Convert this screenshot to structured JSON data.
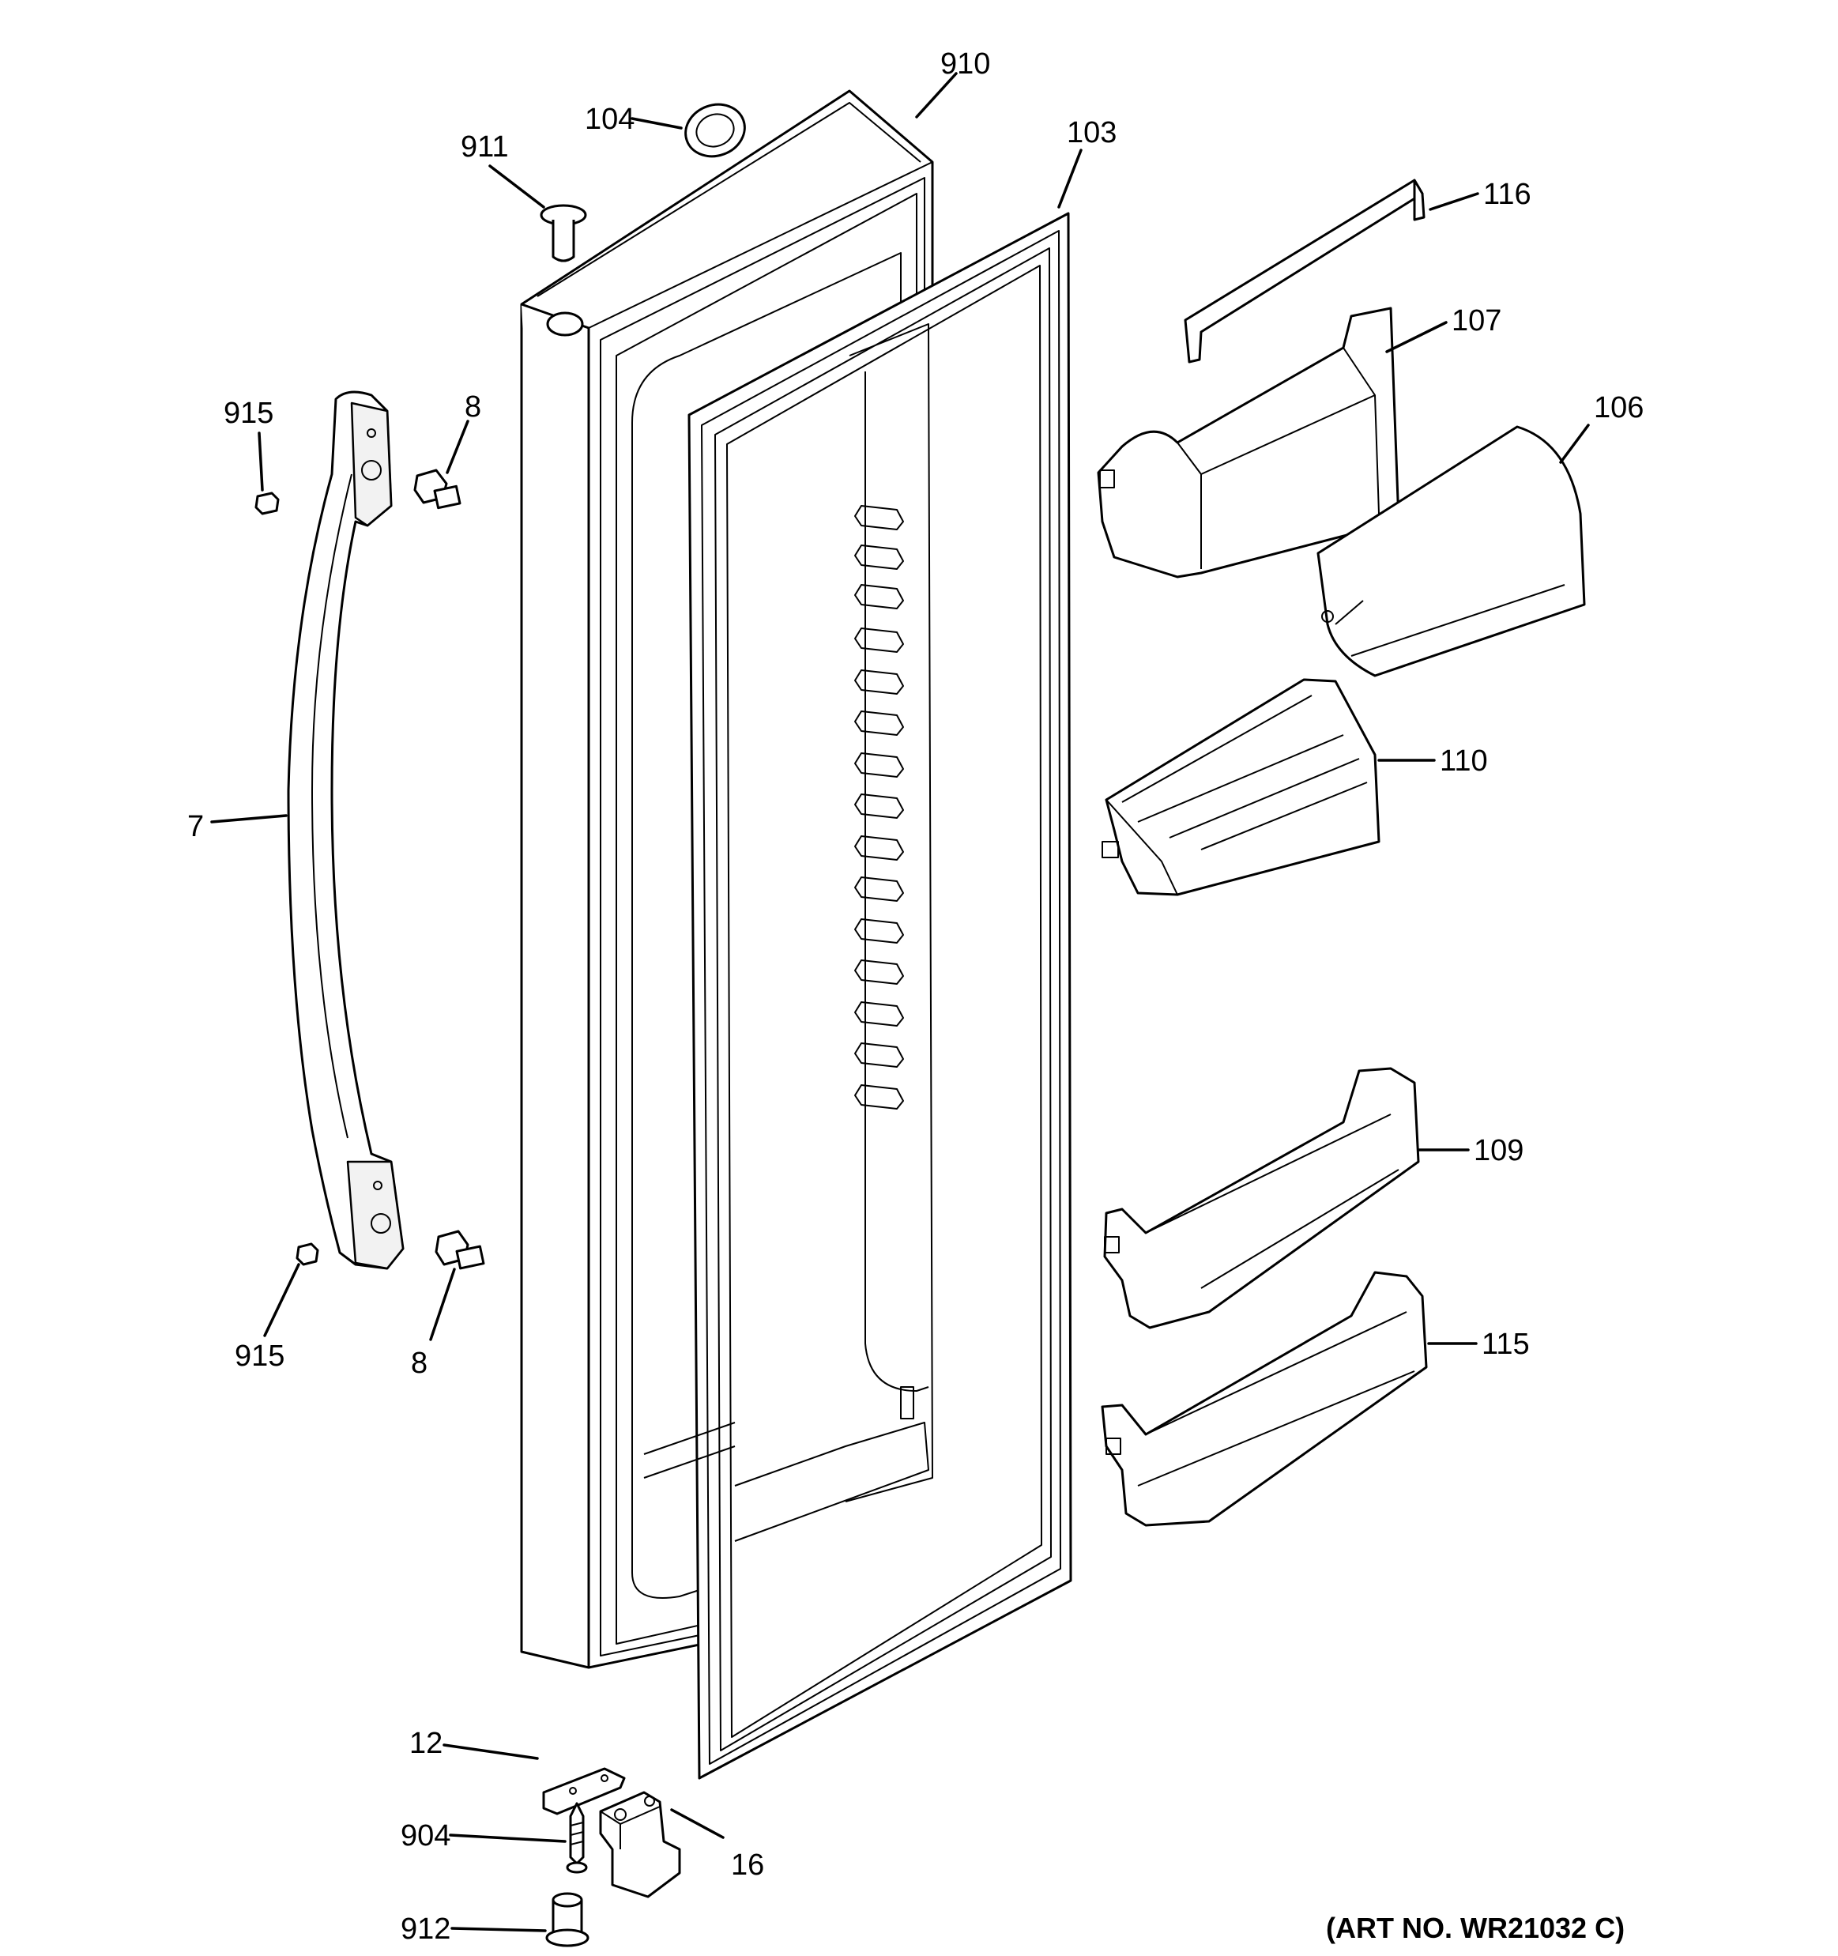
{
  "diagram": {
    "callouts": [
      {
        "id": "910",
        "text": "910"
      },
      {
        "id": "104",
        "text": "104"
      },
      {
        "id": "911",
        "text": "911"
      },
      {
        "id": "103",
        "text": "103"
      },
      {
        "id": "116",
        "text": "116"
      },
      {
        "id": "107",
        "text": "107"
      },
      {
        "id": "106",
        "text": "106"
      },
      {
        "id": "915-top",
        "text": "915"
      },
      {
        "id": "8-top",
        "text": "8"
      },
      {
        "id": "7",
        "text": "7"
      },
      {
        "id": "110",
        "text": "110"
      },
      {
        "id": "109",
        "text": "109"
      },
      {
        "id": "915-bottom",
        "text": "915"
      },
      {
        "id": "8-bottom",
        "text": "8"
      },
      {
        "id": "115",
        "text": "115"
      },
      {
        "id": "12",
        "text": "12"
      },
      {
        "id": "904",
        "text": "904"
      },
      {
        "id": "16",
        "text": "16"
      },
      {
        "id": "912",
        "text": "912"
      }
    ],
    "art_number": "(ART NO. WR21032 C)"
  }
}
